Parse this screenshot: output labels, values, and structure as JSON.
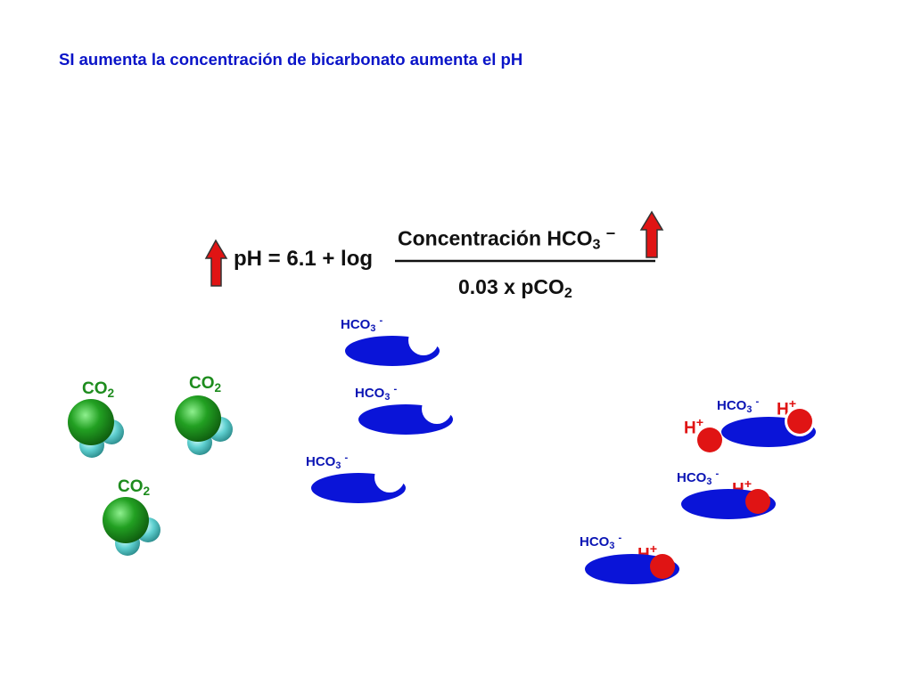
{
  "title": "SI aumenta la concentración de bicarbonato aumenta el pH",
  "equation": {
    "lhs": "pH = 6.1 + log",
    "numerator": "Concentración HCO",
    "numerator_sub": "3",
    "numerator_sup": "–",
    "denominator": "0.03 x pCO",
    "denominator_sub": "2"
  },
  "labels": {
    "co2": "CO",
    "co2_sub": "2",
    "hco3": "HCO",
    "hco3_sub": "3",
    "hco3_sup": "-",
    "hplus": "H",
    "hplus_sup": "+"
  },
  "colors": {
    "title": "#0a14c8",
    "arrow": "#e01414",
    "co2_label": "#1e8c1e",
    "co2_atom": "#22a022",
    "oxygen_atom": "#5fd0d0",
    "bicarbonate": "#0a14d8",
    "hydrogen_ion": "#e01414"
  }
}
